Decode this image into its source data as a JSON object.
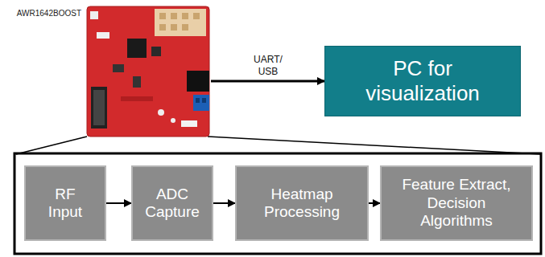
{
  "diagram": {
    "nodes": [
      {
        "text": [
          "AWR1642BOOST"
        ]
      },
      {
        "text": [
          "PC for visualization"
        ]
      },
      {
        "text": [
          "RF Input"
        ]
      },
      {
        "text": [
          "ADC Capture"
        ]
      },
      {
        "text": [
          "Heatmap Processing"
        ]
      },
      {
        "text": [
          "Feature Extract, Decision Algorithms"
        ]
      }
    ],
    "edges": [
      {
        "from": 0,
        "to": 1,
        "arrow": "to",
        "label": "UART/ USB"
      },
      {
        "from": 2,
        "to": 3,
        "arrow": "to"
      },
      {
        "from": 3,
        "to": 4,
        "arrow": "to"
      },
      {
        "from": 4,
        "to": 5,
        "arrow": "to"
      }
    ]
  }
}
